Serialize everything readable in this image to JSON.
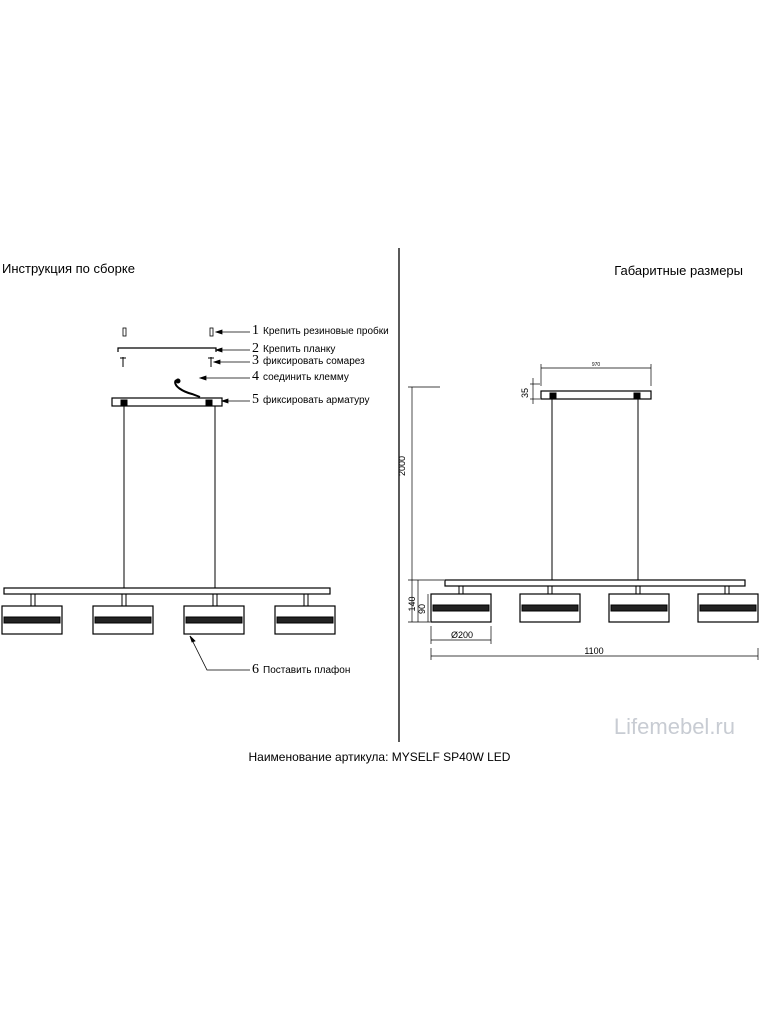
{
  "left_title": "Инструкция по сборке",
  "right_title": "Габаритные размеры",
  "steps": [
    {
      "num": "1",
      "text": "Крепить резиновые пробки"
    },
    {
      "num": "2",
      "text": "Крепить планку"
    },
    {
      "num": "3",
      "text": "фиксировать сомарез"
    },
    {
      "num": "4",
      "text": "соединить клемму"
    },
    {
      "num": "5",
      "text": "фиксировать арматуру"
    },
    {
      "num": "6",
      "text": "Поставить плафон"
    }
  ],
  "dimensions": {
    "overall_height": "2000",
    "canopy_height": "35",
    "canopy_length": "970",
    "lamp_height": "140",
    "shade_height": "90",
    "shade_diameter": "Ø200",
    "overall_length": "1100"
  },
  "product_name": "Наименование артикула: MYSELF SP40W LED",
  "watermark": "Lifemebel.ru"
}
